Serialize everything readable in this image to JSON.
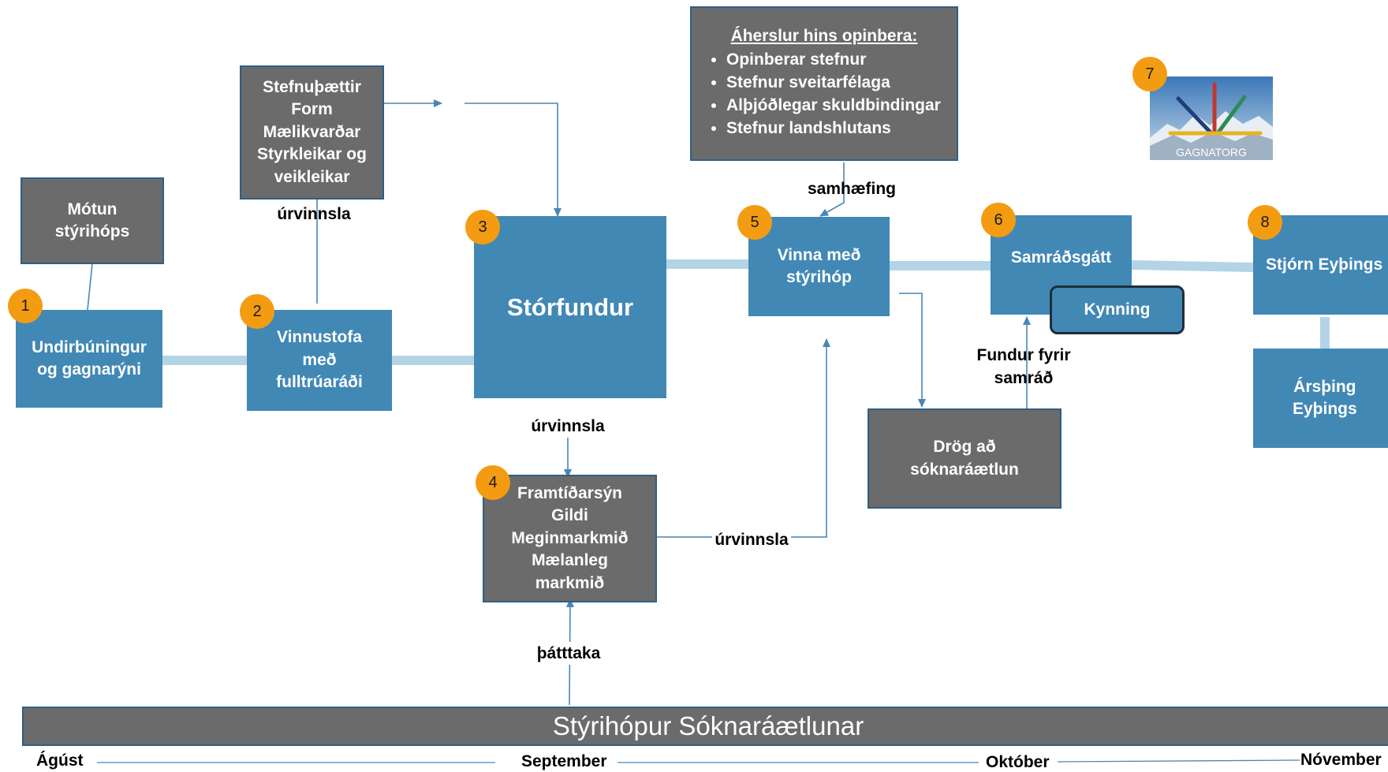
{
  "boxes": {
    "undirbuningur": "Undirbúningur\nog gagnarýni",
    "motun": "Mótun\nstýrihóps",
    "vinnustofa": "Vinnustofa\nmeð\nfulltrúaráði",
    "stefnuthaettir": "Stefnuþættir\nForm\nMælikvarðar\nStyrkleikar og\nveikleikar",
    "storfundur": "Stórfundur",
    "framtidarsyn": "Framtíðarsýn\nGildi\nMeginmarkmið\nMælanleg\nmarkmið",
    "vinna": "Vinna með\nstýrihóp",
    "samradsgatt": "Samráðsgátt",
    "kynning": "Kynning",
    "drog": "Drög að\nsóknaráætlun",
    "stjorn": "Stjórn Eyþings",
    "arsthing": "Ársþing\nEyþings"
  },
  "emphasis": {
    "title": "Áherslur hins opinbera:",
    "items": [
      "Opinberar stefnur",
      "Stefnur sveitarfélaga",
      "Alþjóðlegar skuldbindingar",
      "Stefnur landshlutans"
    ]
  },
  "labels": {
    "urvinnsla_top": "úrvinnsla",
    "urvinnsla_mid": "úrvinnsla",
    "urvinnsla_right": "úrvinnsla",
    "samhaefing": "samhæfing",
    "thatttaka": "þátttaka",
    "fundur": "Fundur fyrir\nsamráð"
  },
  "badges": [
    "1",
    "2",
    "3",
    "4",
    "5",
    "6",
    "7",
    "8"
  ],
  "logo": {
    "text": "GAGNATORG"
  },
  "footer": {
    "bar": "Stýrihópur Sóknaráætlunar",
    "months": [
      "Ágúst",
      "September",
      "Október",
      "Nóvember"
    ]
  },
  "colors": {
    "blue_box": "#4188b5",
    "gray_box": "#6b6b6b",
    "badge": "#f39c12",
    "connector": "#b3d4e6",
    "line": "#4a86b4"
  }
}
